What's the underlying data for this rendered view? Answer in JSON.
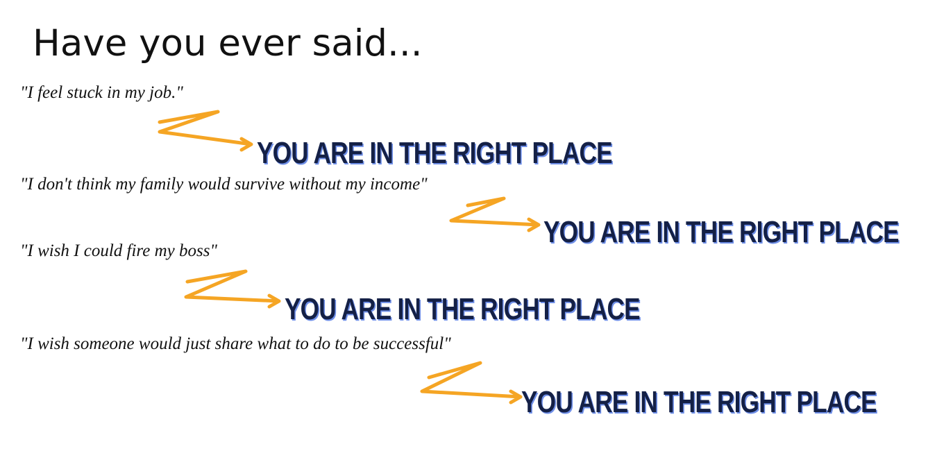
{
  "headline": "Have you ever said...",
  "colors": {
    "arrow": "#f5a524",
    "response_text": "#142046",
    "response_shadow": "#6f8fe8"
  },
  "rows": [
    {
      "quote": "\"I feel stuck in my job.\"",
      "response": "YOU ARE IN THE RIGHT PLACE"
    },
    {
      "quote": "\"I don't think my family would survive without my income\"",
      "response": "YOU ARE IN THE RIGHT PLACE"
    },
    {
      "quote": "\"I wish I could fire my boss\"",
      "response": "YOU ARE IN THE RIGHT PLACE"
    },
    {
      "quote": "\"I wish someone would just share what to do to be successful\"",
      "response": "YOU ARE IN THE RIGHT PLACE"
    }
  ]
}
